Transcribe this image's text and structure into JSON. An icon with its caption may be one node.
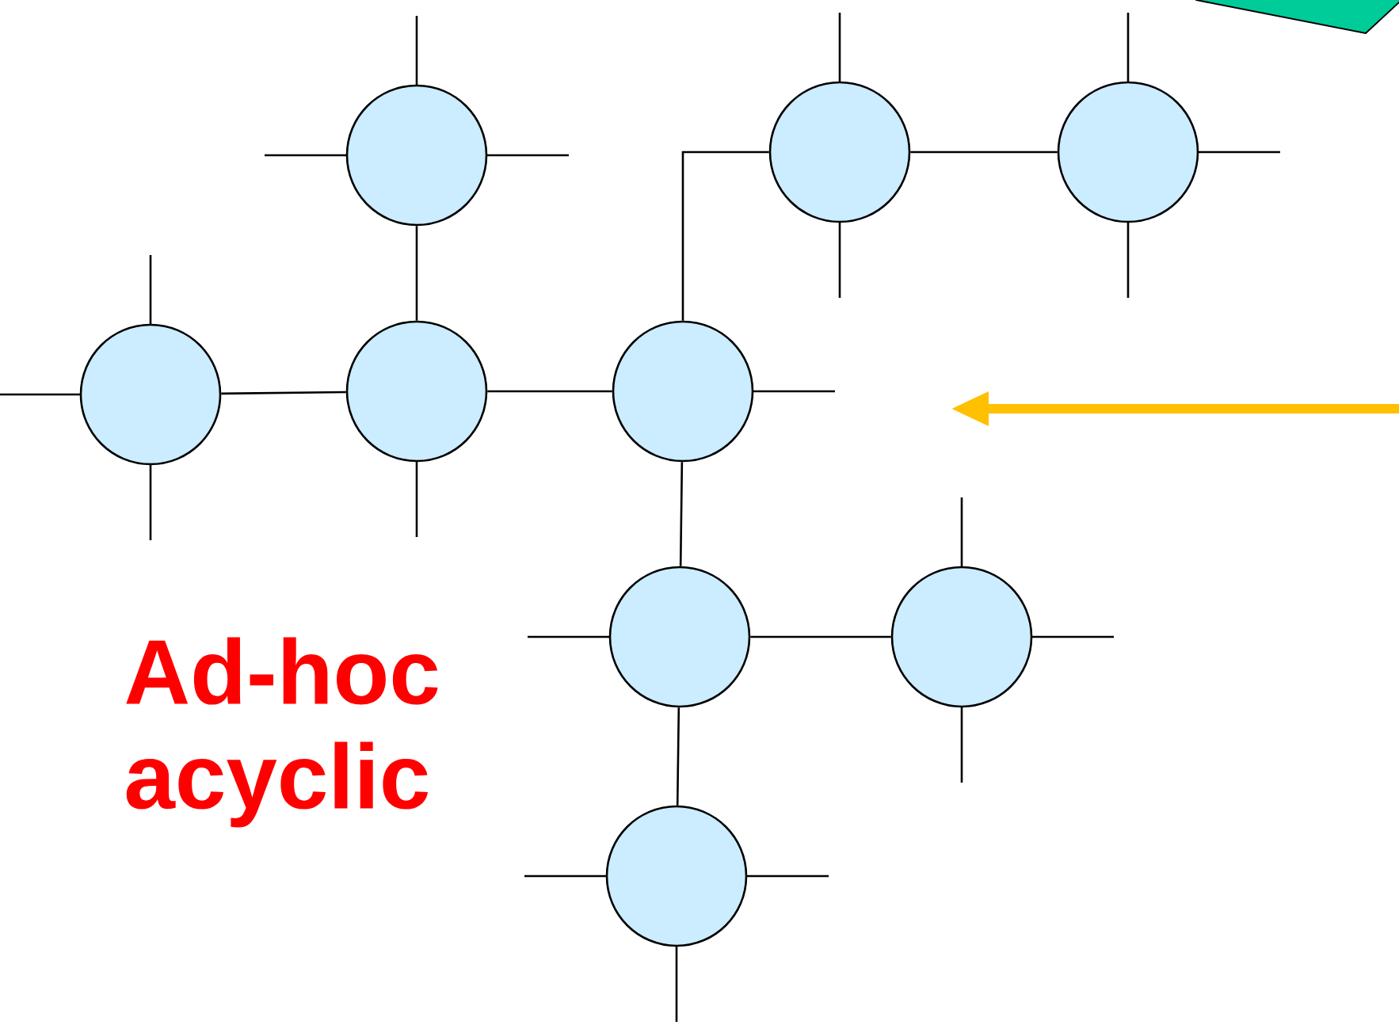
{
  "diagram": {
    "nodes": [
      {
        "text": [],
        "shape": "circle"
      },
      {
        "text": [],
        "shape": "circle"
      },
      {
        "text": [],
        "shape": "circle"
      },
      {
        "text": [],
        "shape": "circle"
      },
      {
        "text": [],
        "shape": "circle"
      },
      {
        "text": [],
        "shape": "circle"
      },
      {
        "text": [],
        "shape": "circle"
      },
      {
        "text": [],
        "shape": "circle"
      },
      {
        "text": [],
        "shape": "circle"
      }
    ],
    "edges": [
      {
        "from": 0,
        "to": 2,
        "arrow": "none"
      },
      {
        "from": 1,
        "to": 2,
        "arrow": "none"
      },
      {
        "from": 2,
        "to": 3,
        "arrow": "none"
      },
      {
        "from": 3,
        "to": 4,
        "arrow": "none"
      },
      {
        "from": 4,
        "to": 5,
        "arrow": "none"
      },
      {
        "from": 3,
        "to": 6,
        "arrow": "none"
      },
      {
        "from": 6,
        "to": 7,
        "arrow": "none"
      },
      {
        "from": 6,
        "to": 8,
        "arrow": "none"
      }
    ],
    "labels": [
      "Ad-hoc acyclic"
    ]
  }
}
